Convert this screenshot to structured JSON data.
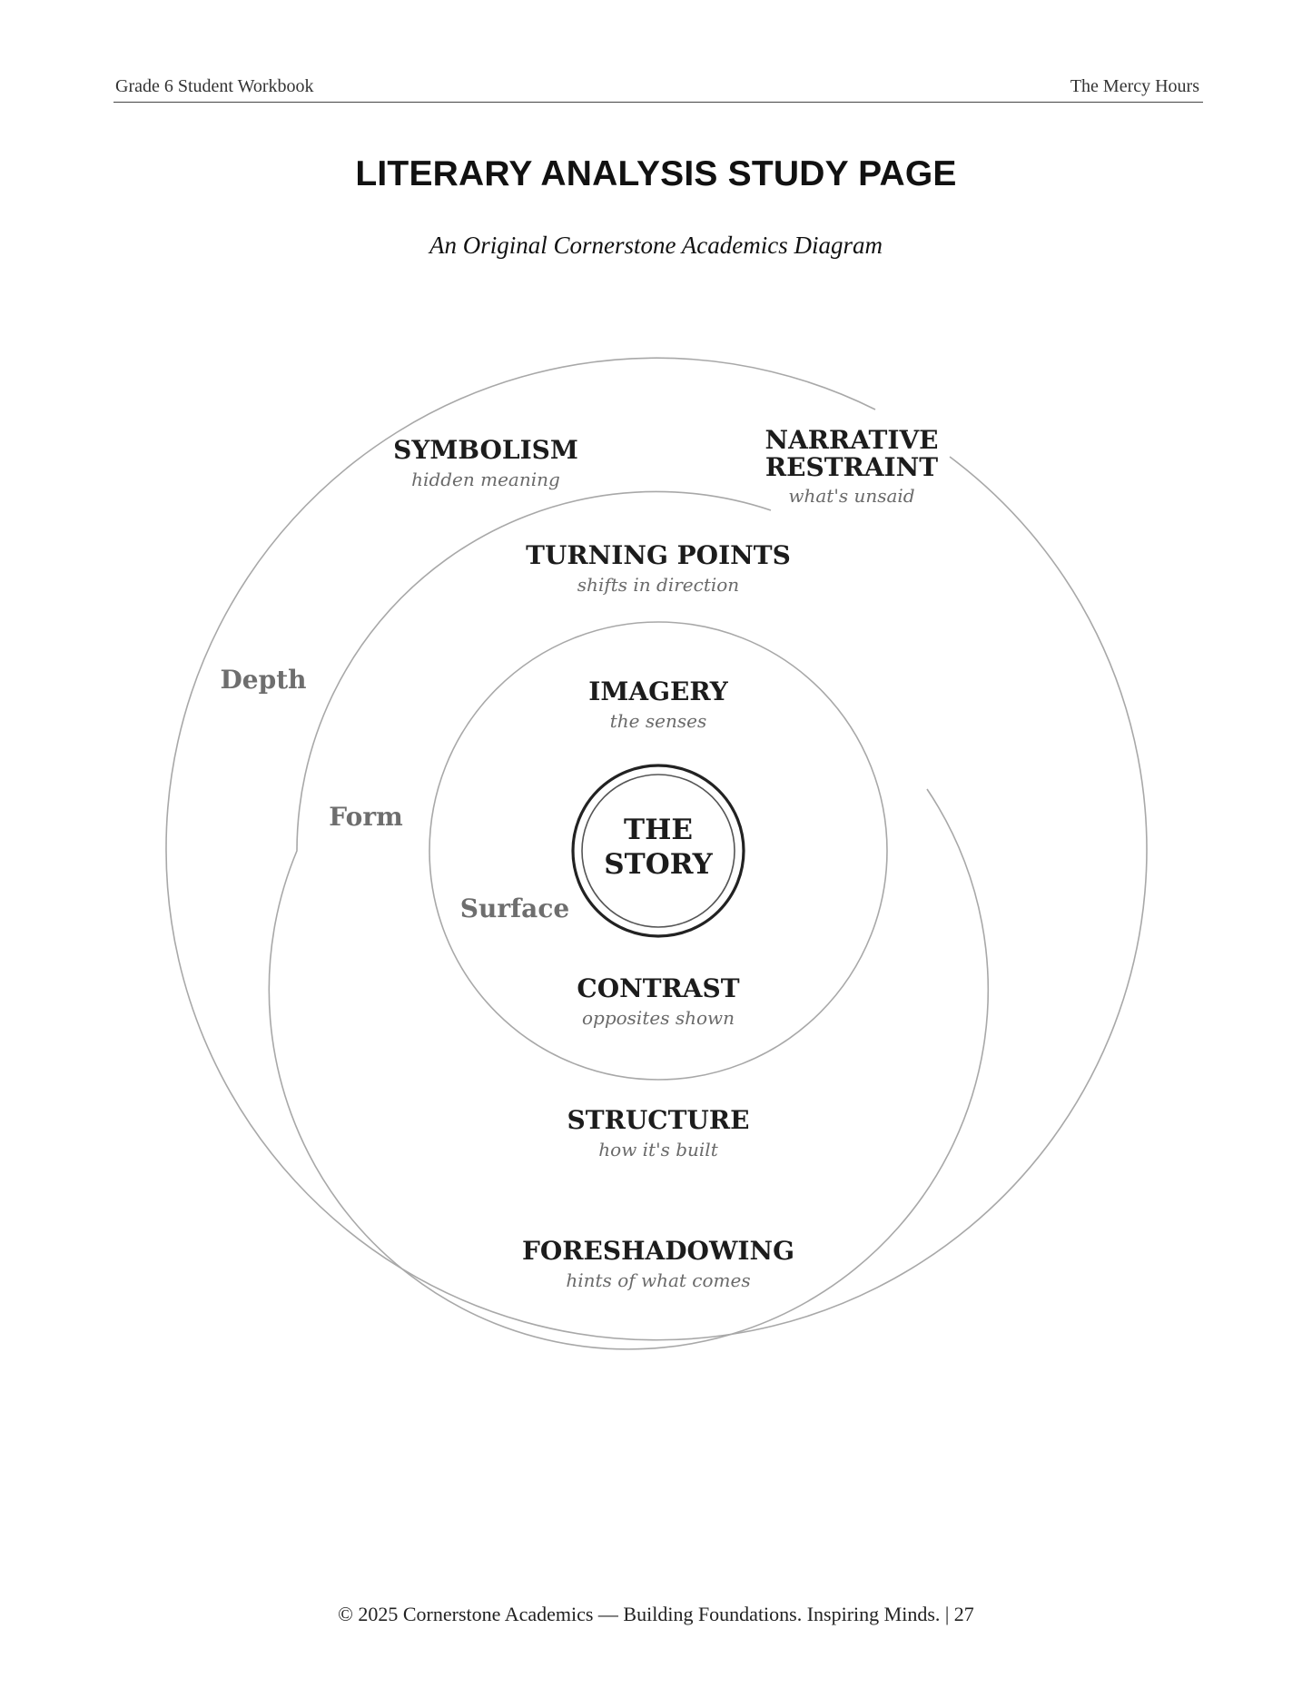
{
  "header": {
    "left": "Grade 6 Student Workbook",
    "right": "The Mercy Hours"
  },
  "title": "LITERARY ANALYSIS STUDY PAGE",
  "subtitle": "An Original Cornerstone Academics Diagram",
  "diagram": {
    "core": {
      "line1": "THE",
      "line2": "STORY"
    },
    "rings": [
      {
        "name": "Surface"
      },
      {
        "name": "Form"
      },
      {
        "name": "Depth"
      }
    ],
    "elements": {
      "imagery": {
        "label": "IMAGERY",
        "desc": "the senses"
      },
      "contrast": {
        "label": "CONTRAST",
        "desc": "opposites shown"
      },
      "turning_points": {
        "label": "TURNING POINTS",
        "desc": "shifts in direction"
      },
      "structure": {
        "label": "STRUCTURE",
        "desc": "how it's built"
      },
      "symbolism": {
        "label": "SYMBOLISM",
        "desc": "hidden meaning"
      },
      "narrative_restraint": {
        "line1": "NARRATIVE",
        "line2": "RESTRAINT",
        "desc": "what's unsaid"
      },
      "foreshadowing": {
        "label": "FORESHADOWING",
        "desc": "hints of what comes"
      }
    }
  },
  "footer": "© 2025 Cornerstone Academics — Building Foundations. Inspiring Minds. | 27"
}
